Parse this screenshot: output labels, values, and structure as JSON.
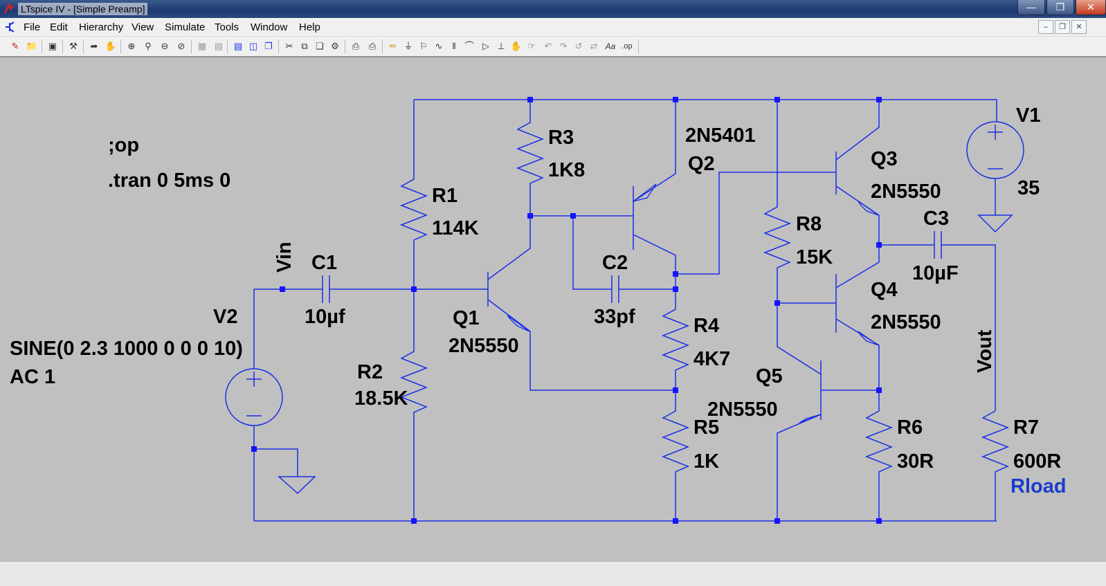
{
  "window": {
    "title": "LTspice IV - [Simple Preamp]"
  },
  "menu": {
    "items": [
      "File",
      "Edit",
      "Hierarchy",
      "View",
      "Simulate",
      "Tools",
      "Window",
      "Help"
    ]
  },
  "schematic": {
    "directives": {
      "op": ";op",
      "tran": ".tran 0 5ms 0"
    },
    "net_labels": {
      "vin": "Vin",
      "vout": "Vout"
    },
    "components": {
      "R1": {
        "name": "R1",
        "value": "114K"
      },
      "R2": {
        "name": "R2",
        "value": "18.5K"
      },
      "R3": {
        "name": "R3",
        "value": "1K8"
      },
      "R4": {
        "name": "R4",
        "value": "4K7"
      },
      "R5": {
        "name": "R5",
        "value": "1K"
      },
      "R6": {
        "name": "R6",
        "value": "30R"
      },
      "R7": {
        "name": "R7",
        "value": "600R",
        "extra": "Rload"
      },
      "R8": {
        "name": "R8",
        "value": "15K"
      },
      "C1": {
        "name": "C1",
        "value": "10µf"
      },
      "C2": {
        "name": "C2",
        "value": "33pf"
      },
      "C3": {
        "name": "C3",
        "value": "10µF"
      },
      "Q1": {
        "name": "Q1",
        "value": "2N5550"
      },
      "Q2": {
        "name": "Q2",
        "value": "2N5401"
      },
      "Q3": {
        "name": "Q3",
        "value": "2N5550"
      },
      "Q4": {
        "name": "Q4",
        "value": "2N5550"
      },
      "Q5": {
        "name": "Q5",
        "value": "2N5550"
      },
      "V1": {
        "name": "V1",
        "value": "35"
      },
      "V2": {
        "name": "V2",
        "value": "SINE(0 2.3 1000 0 0 0 10)",
        "extra": "AC 1"
      }
    },
    "colors": {
      "wire": "#1a2ee6",
      "junction": "#1414ff",
      "label": "#000000",
      "rload": "#1a3ccc",
      "background": "#c0c0c0"
    }
  }
}
